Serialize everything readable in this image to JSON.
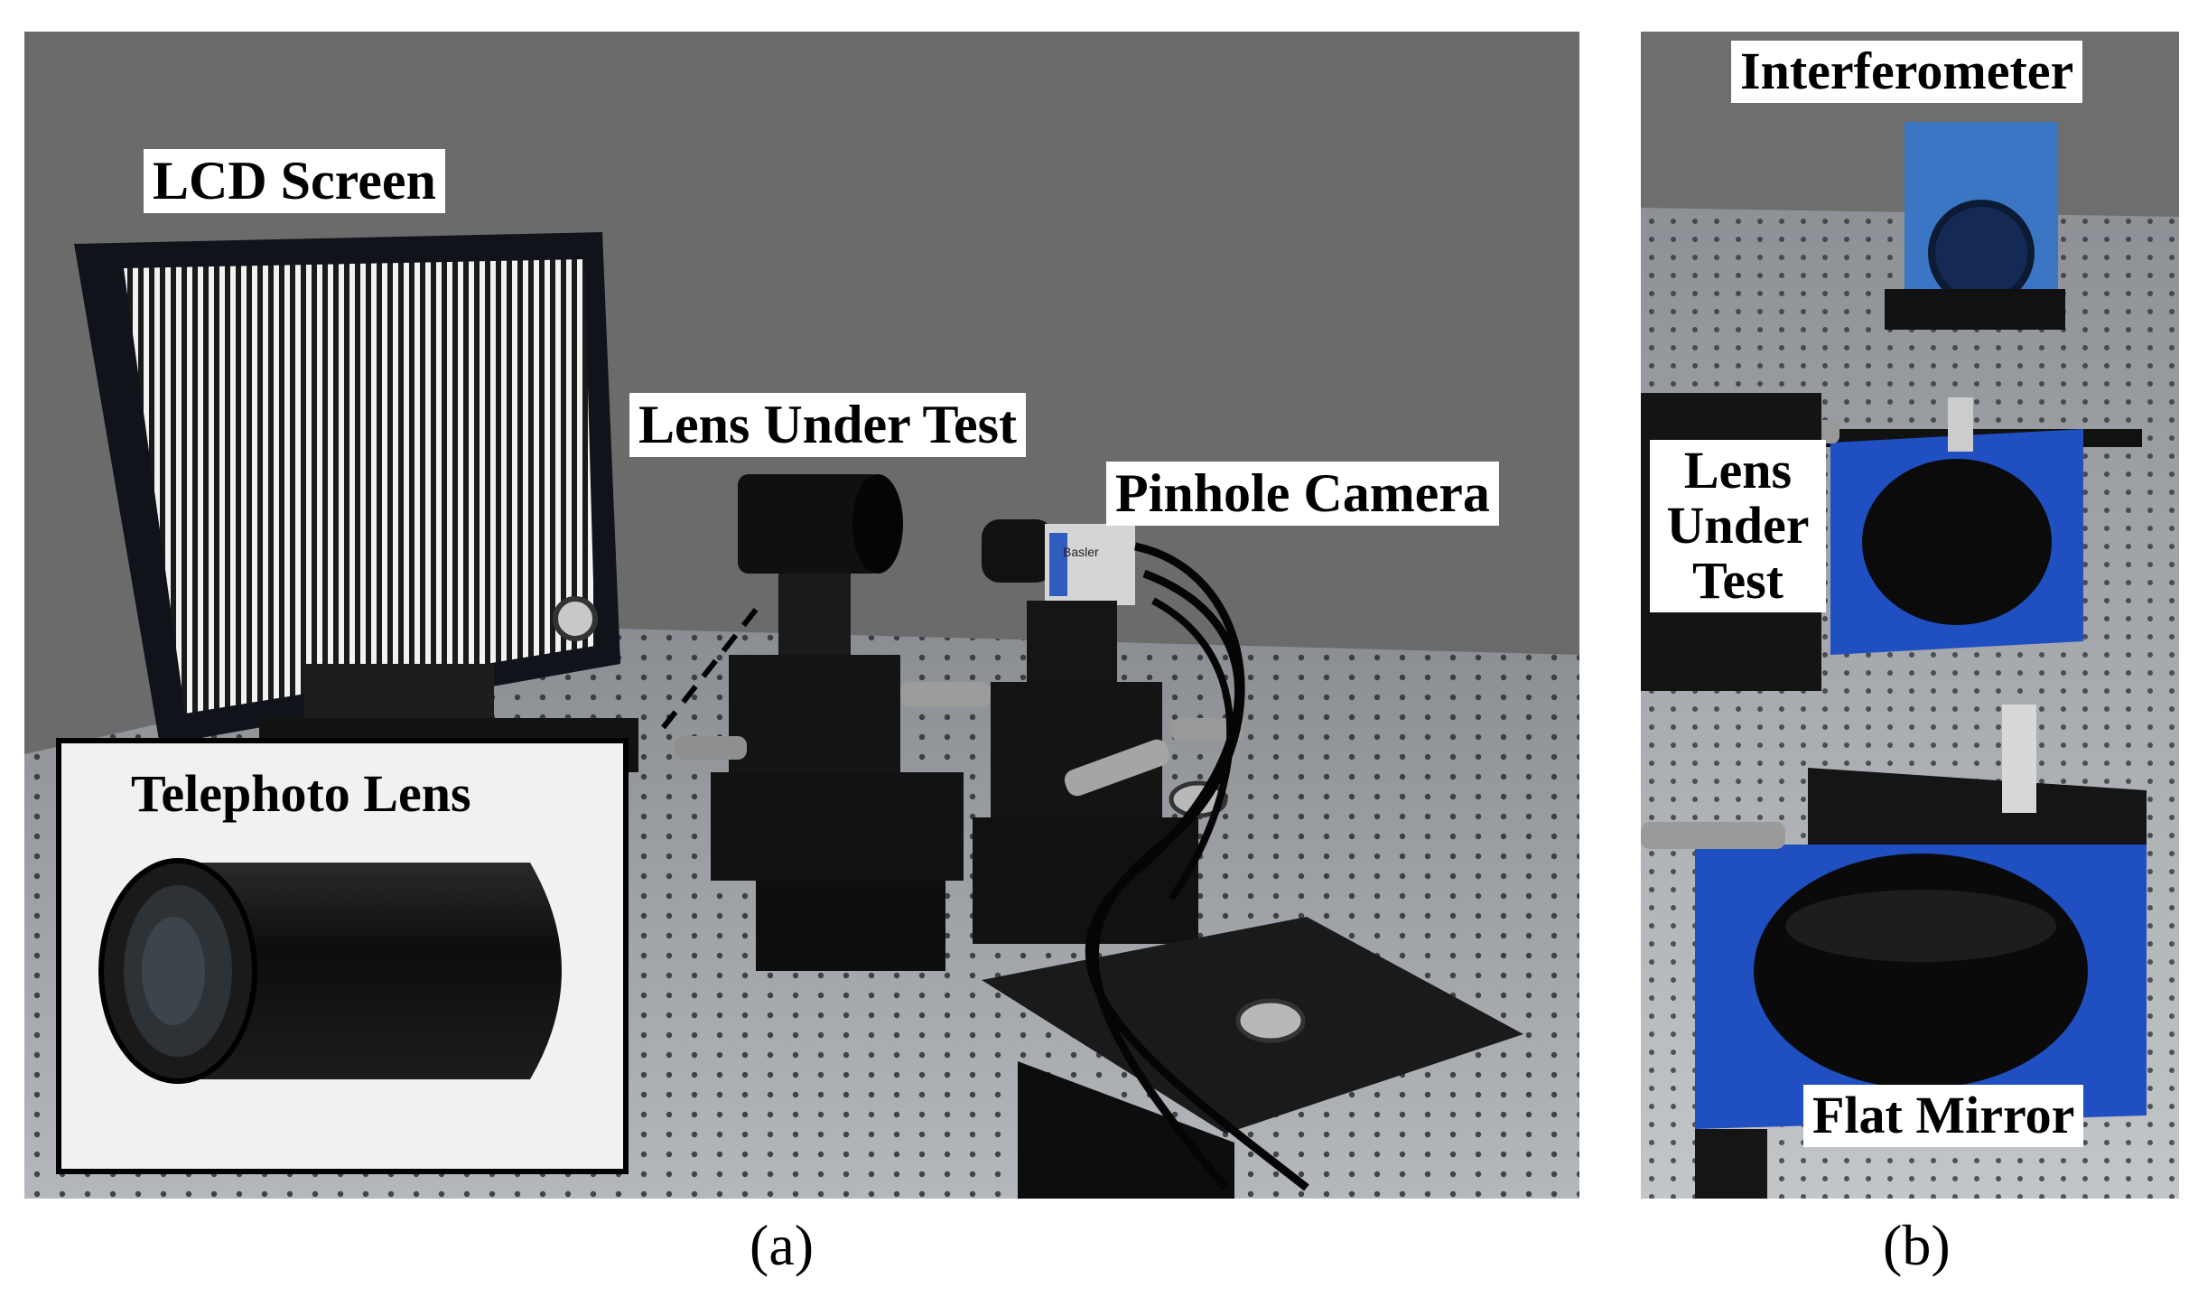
{
  "panel_a": {
    "labels": {
      "lcd_screen": "LCD Screen",
      "lens_under_test": "Lens Under Test",
      "pinhole_camera": "Pinhole Camera",
      "telephoto_lens": "Telephoto Lens"
    },
    "caption": "(a)",
    "camera_brand": "Basler"
  },
  "panel_b": {
    "labels": {
      "interferometer": "Interferometer",
      "lens_under_test_line1": "Lens",
      "lens_under_test_line2": "Under",
      "lens_under_test_line3": "Test",
      "flat_mirror": "Flat Mirror"
    },
    "caption": "(b)"
  },
  "colors": {
    "background_wall": "#6b6b6b",
    "optical_table": "#9a9ea3",
    "mount_blue": "#1f4fc0",
    "stage_black": "#161616"
  }
}
